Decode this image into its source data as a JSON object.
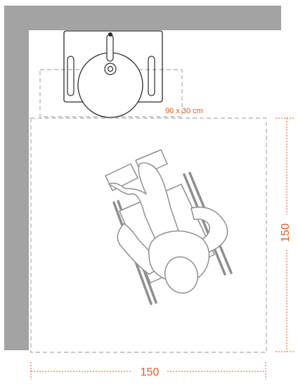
{
  "labels": {
    "sink_zone": "90 x 30 cm",
    "dim_vertical": "150",
    "dim_horizontal": "150"
  },
  "icons": {
    "sink": "washbasin-icon",
    "wheelchair_user": "wheelchair-user-icon"
  },
  "colors": {
    "wall": "#a3a3a3",
    "outline": "#2a2a2a",
    "dashed_zone": "#b8b8b8",
    "dimension": "#e8581f",
    "figure": "#8f8f8f"
  }
}
